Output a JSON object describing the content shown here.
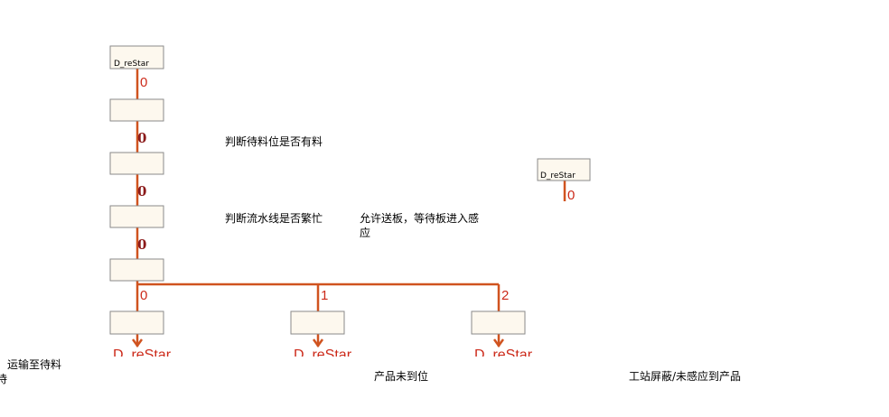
{
  "nodes": {
    "start_main": "D_reStar",
    "start_side": "D_reStar"
  },
  "branches": {
    "start_out": "0",
    "b1": "0",
    "b2": "0",
    "b3": "0",
    "fork0": "0",
    "fork1": "1",
    "fork2": "2",
    "side_out": "0"
  },
  "terminals": {
    "t0": "D_reStar",
    "t1": "D_reStar",
    "t2": "D_reStar"
  },
  "notes": {
    "check_material": "判断待料位是否有料",
    "check_line": "判断流水线是否繁忙",
    "allow_feed_line1": "允许送板，等待板进入感",
    "allow_feed_line2": "应",
    "left_line1": "，运输至待料",
    "left_line2": "待",
    "product_absent": "产品未到位",
    "station_shield": "工站屏蔽/未感应到产品"
  },
  "colors": {
    "wire": "#d0531f",
    "label": "#cc2a1a",
    "box_fill": "#fdf8ee"
  }
}
